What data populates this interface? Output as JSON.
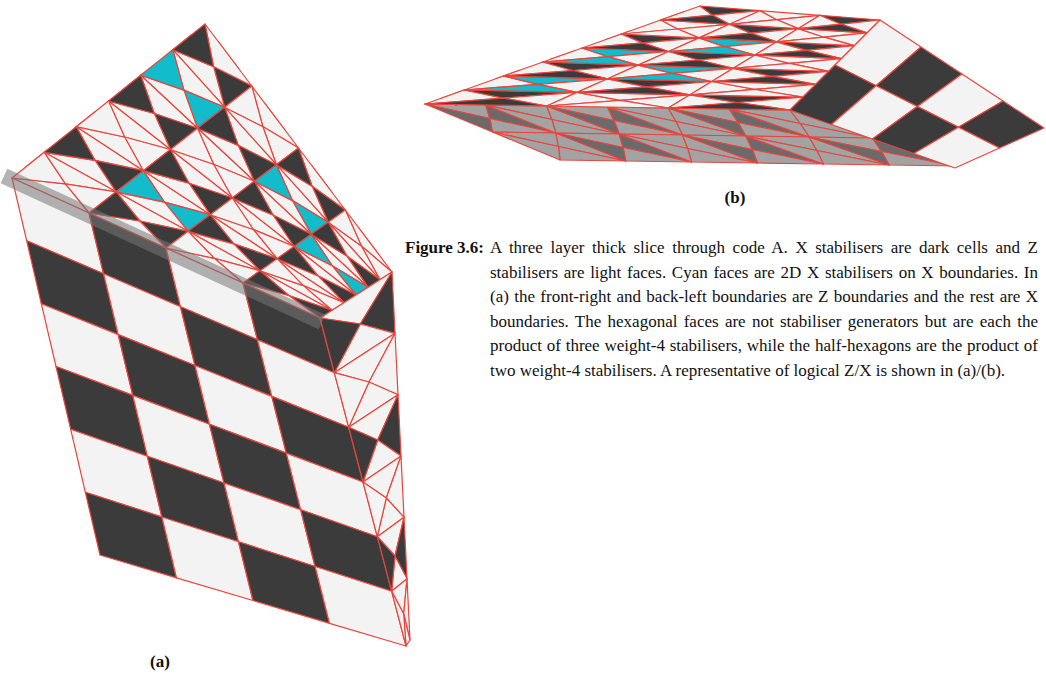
{
  "diagram": {
    "caption": "A three layer thick slice through code A. X stabilisers are dark cells and Z stabilisers are light faces. Cyan faces are 2D X stabilisers on X boundaries. In (a) the front-right and back-left boundaries are Z boundaries and the rest are X boundaries. The hexagonal faces are not stabiliser generators but are each the product of three weight-4 stabilisers, while the half-hexagons are the product of two weight-4 stabilisers. A representative of logical Z/X is shown in (a)/(b).",
    "labels": [
      "Figure 3.6:",
      "(a)",
      "(b)"
    ]
  }
}
